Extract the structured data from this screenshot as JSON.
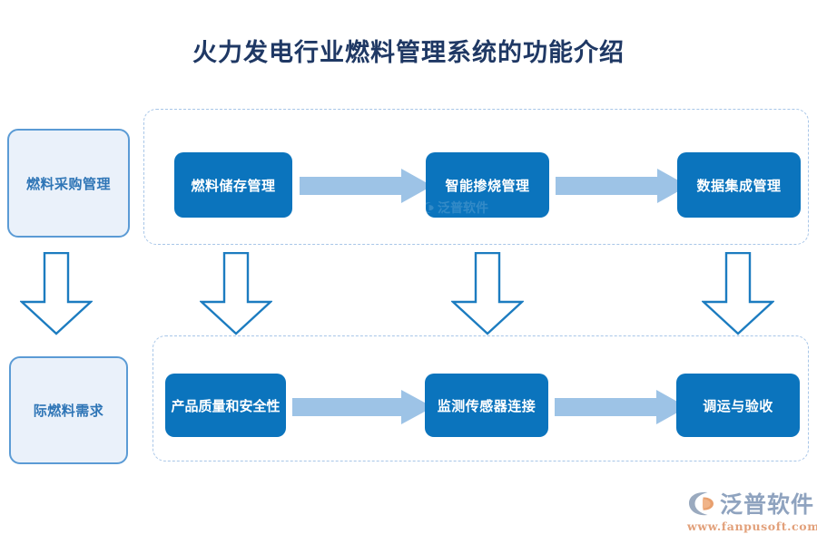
{
  "title": "火力发电行业燃料管理系统的功能介绍",
  "side_boxes": [
    {
      "label": "燃料采购管理",
      "name": "side-box-procurement"
    },
    {
      "label": "际燃料需求",
      "name": "side-box-demand"
    }
  ],
  "groups": [
    {
      "name": "top-process-group",
      "steps": [
        {
          "label": "燃料储存管理"
        },
        {
          "label": "智能掺烧管理"
        },
        {
          "label": "数据集成管理"
        }
      ]
    },
    {
      "name": "bottom-process-group",
      "steps": [
        {
          "label": "产品质量和安全性"
        },
        {
          "label": "监测传感器连接"
        },
        {
          "label": "调运与验收"
        }
      ]
    }
  ],
  "arrows": {
    "horizontal_icon": "right-arrow-icon",
    "vertical_icon": "down-arrow-icon",
    "horizontal_color": "#9dc3e6",
    "vertical_color": "#1c7cc0"
  },
  "colors": {
    "process_fill": "#0b74bd",
    "process_text": "#ffffff",
    "side_fill": "#eaf1fa",
    "side_border": "#5b9bd5",
    "side_text": "#2e75b6",
    "dashed_border": "#a8c6e8",
    "title_text": "#1f3864"
  },
  "watermark": {
    "text": "泛普软件"
  },
  "brand": {
    "name": "泛普软件",
    "url": "www.fanpusoft.com"
  }
}
